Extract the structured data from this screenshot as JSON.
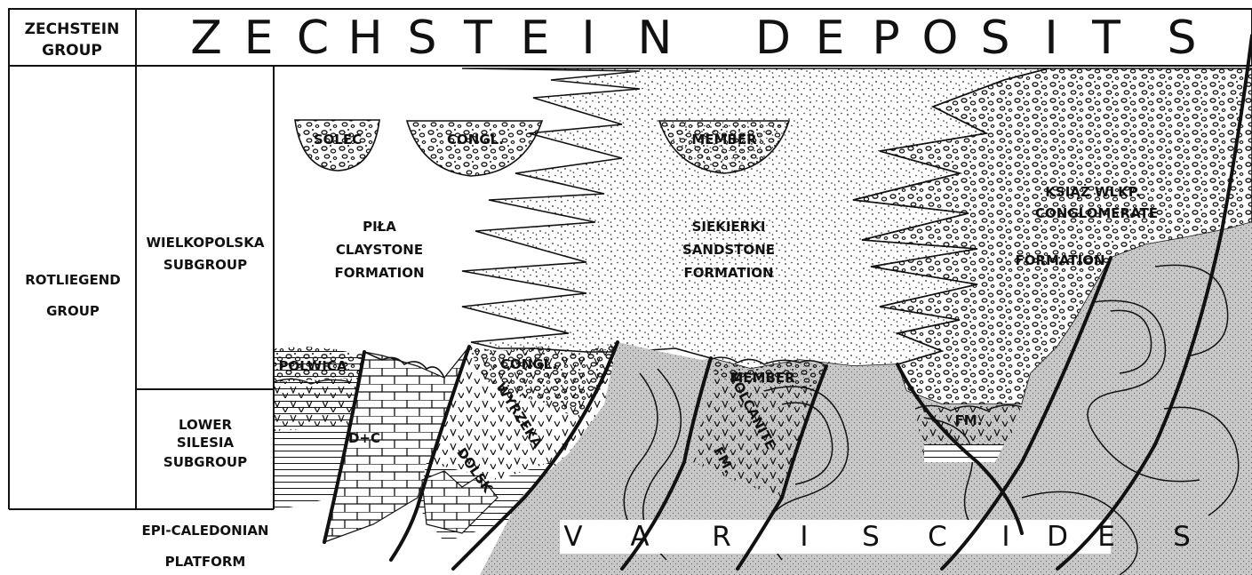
{
  "header": {
    "left_line1": "ZECHSTEIN",
    "left_line2": "GROUP",
    "letters": [
      "Z",
      "E",
      "C",
      "H",
      "S",
      "T",
      "E",
      "I",
      "N",
      "D",
      "E",
      "P",
      "O",
      "S",
      "I",
      "T",
      "S"
    ]
  },
  "columns": {
    "group": {
      "line1": "ROTLIEGEND",
      "line2": "GROUP"
    },
    "upper_subgroup": {
      "line1": "WIELKOPOLSKA",
      "line2": "SUBGROUP"
    },
    "lower_subgroup": {
      "line1": "LOWER",
      "line2": "SILESIA",
      "line3": "SUBGROUP"
    },
    "base": {
      "line1": "EPI-CALEDONIAN",
      "line2": "PLATFORM"
    }
  },
  "units": {
    "pila": {
      "line1": "PIŁA",
      "line2": "CLAYSTONE",
      "line3": "FORMATION"
    },
    "siekierki": {
      "line1": "SIEKIERKI",
      "line2": "SANDSTONE",
      "line3": "FORMATION"
    },
    "ksiaz": {
      "line1": "KSIĄŻ WLKP.",
      "line2": "CONGLOMERATE",
      "line3": "FORMATION"
    },
    "solec": "SOLEC",
    "congl_upper": "CONGL.",
    "member_upper": "MEMBER",
    "polwica": "POLWICA",
    "d_c": "D+C",
    "dolsk": "DOLSK",
    "wyrzeka": "WYRZEKA",
    "congl_lower": "CONGL.",
    "member_lower": "MEMBER",
    "volcanite": "VOLCANITE",
    "fm_volcanite": "FM.",
    "fm_right": "FM."
  },
  "variscides": {
    "letters": [
      "V",
      "A",
      "R",
      "I",
      "S",
      "C",
      "I",
      "D",
      "E",
      "S"
    ]
  }
}
